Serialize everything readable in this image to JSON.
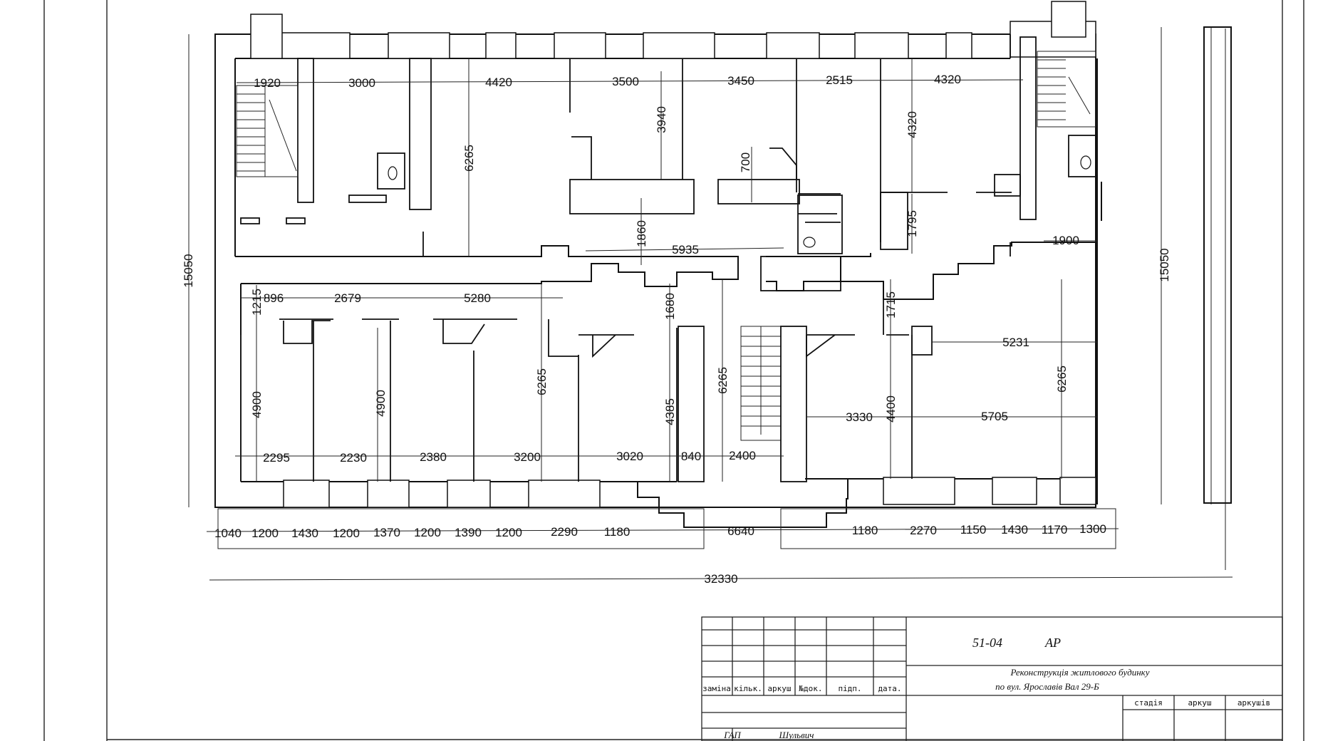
{
  "plan": {
    "overall_width": "32330",
    "overall_height_left": "15050",
    "overall_height_right": "15050",
    "north_wing_upper": [
      "1920",
      "3000",
      "4420",
      "3500",
      "3450",
      "2515",
      "4320"
    ],
    "north_wing_verticals": [
      "6265",
      "3940",
      "700",
      "4320"
    ],
    "north_corridor_labels": [
      "1860",
      "5935",
      "1795",
      "1900"
    ],
    "south_wing_upper": [
      "896",
      "2679",
      "5280"
    ],
    "south_small_left": "1215",
    "south_verticals": [
      "4900",
      "4900",
      "6265",
      "4385",
      "1680",
      "6265",
      "1715",
      "4400",
      "6265"
    ],
    "south_right_horizontals": [
      "5231",
      "3330",
      "5705"
    ],
    "south_wing_lower": [
      "2295",
      "2230",
      "2380",
      "3200",
      "3020",
      "840",
      "2400"
    ],
    "facade_chain": [
      "1040",
      "1200",
      "1430",
      "1200",
      "1370",
      "1200",
      "1390",
      "1200",
      "2290",
      "1180",
      "6640",
      "1180",
      "2270",
      "1150",
      "1430",
      "1170",
      "1300"
    ]
  },
  "title_block": {
    "code": "51-04",
    "section": "АР",
    "project_line1": "Реконструкція житлового будинку",
    "project_line2": "по вул. Ярославів Вал 29-Б",
    "revision_headers": [
      "заміна",
      "кільк.",
      "аркуш",
      "№док.",
      "підп.",
      "дата."
    ],
    "stage_headers": [
      "стадія",
      "аркуш",
      "аркушів"
    ],
    "role_label": "ГАП",
    "signer": "Шульвич"
  }
}
